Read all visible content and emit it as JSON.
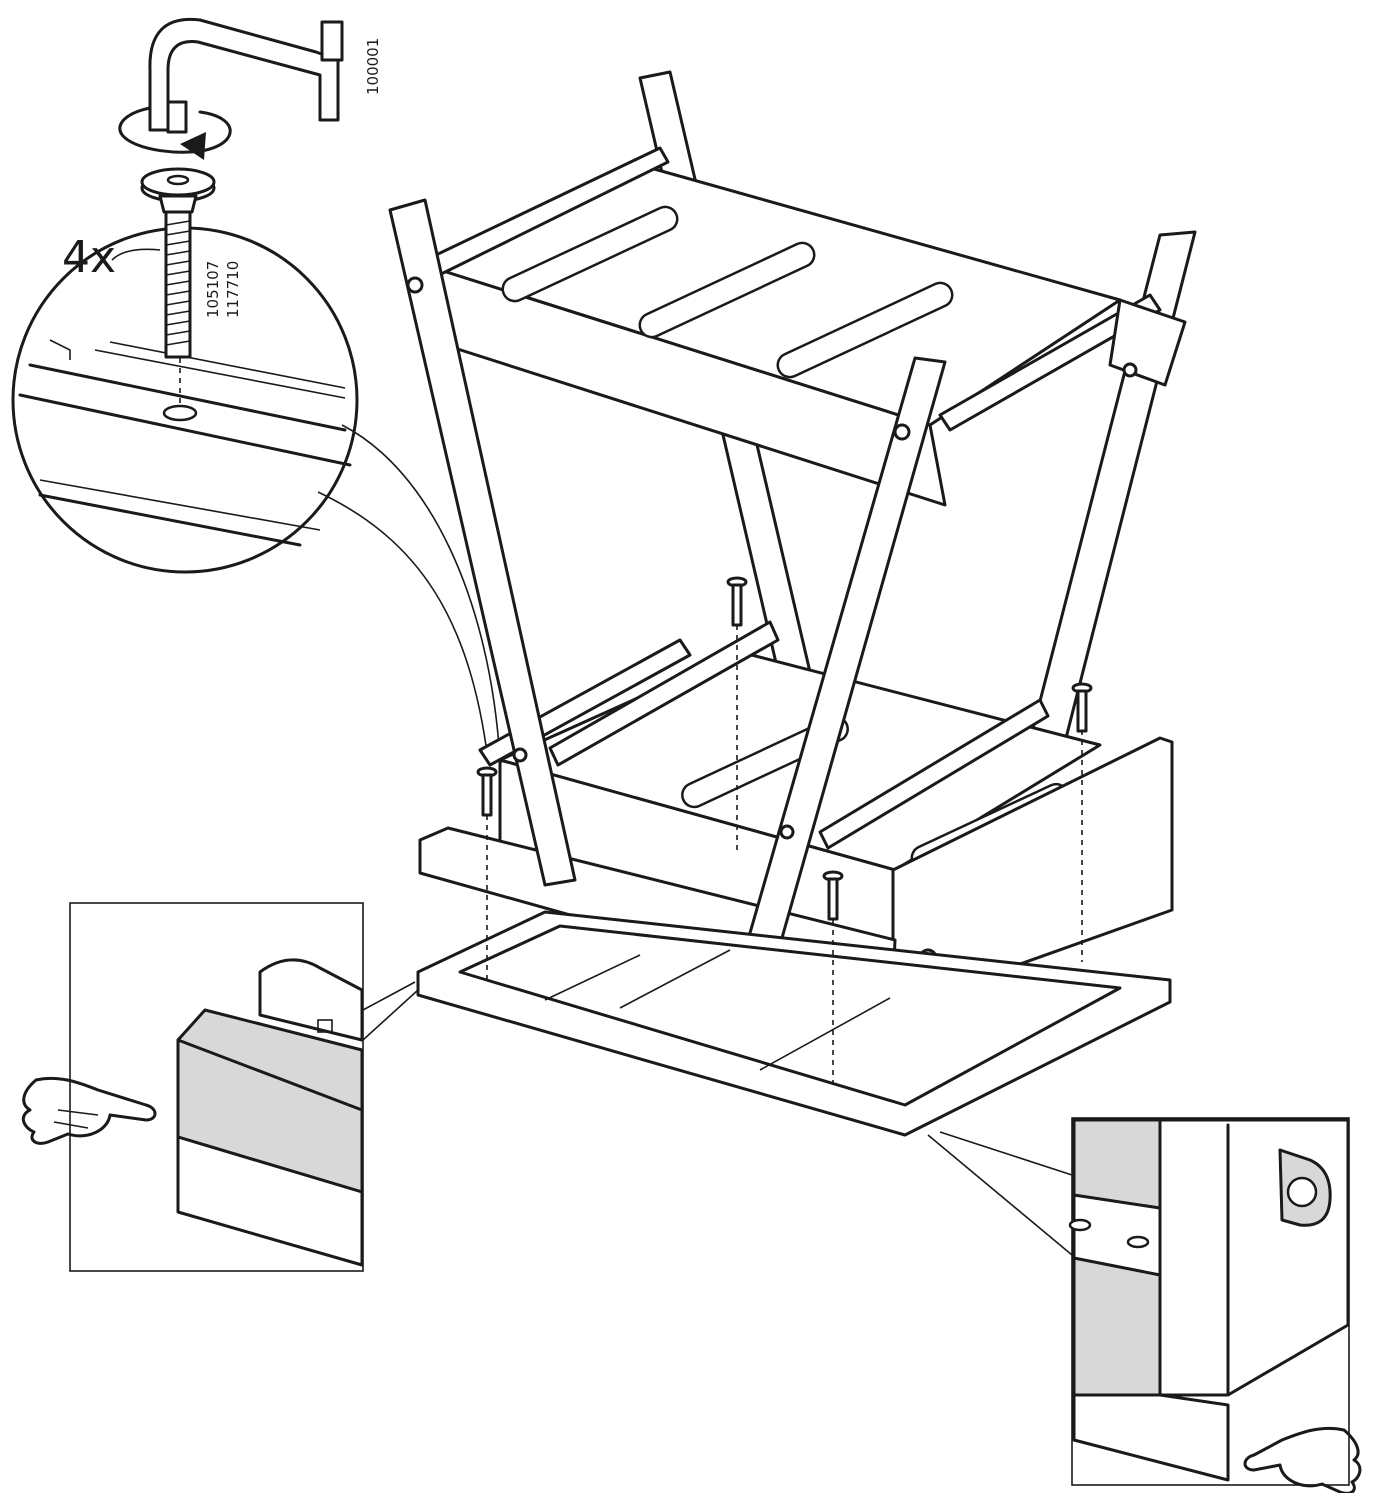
{
  "labels": {
    "quantity": "4x",
    "allen_key_code": "100001",
    "bolt_code_1": "105107",
    "bolt_code_2": "117710"
  },
  "icons": [
    "allen-key-icon",
    "rotate-arrow-icon",
    "bolt-icon",
    "screw-icon",
    "pointing-hand-icon"
  ],
  "colors": {
    "line": "#1a1a1a",
    "highlight": "#d8d8d8",
    "background": "#ffffff"
  }
}
